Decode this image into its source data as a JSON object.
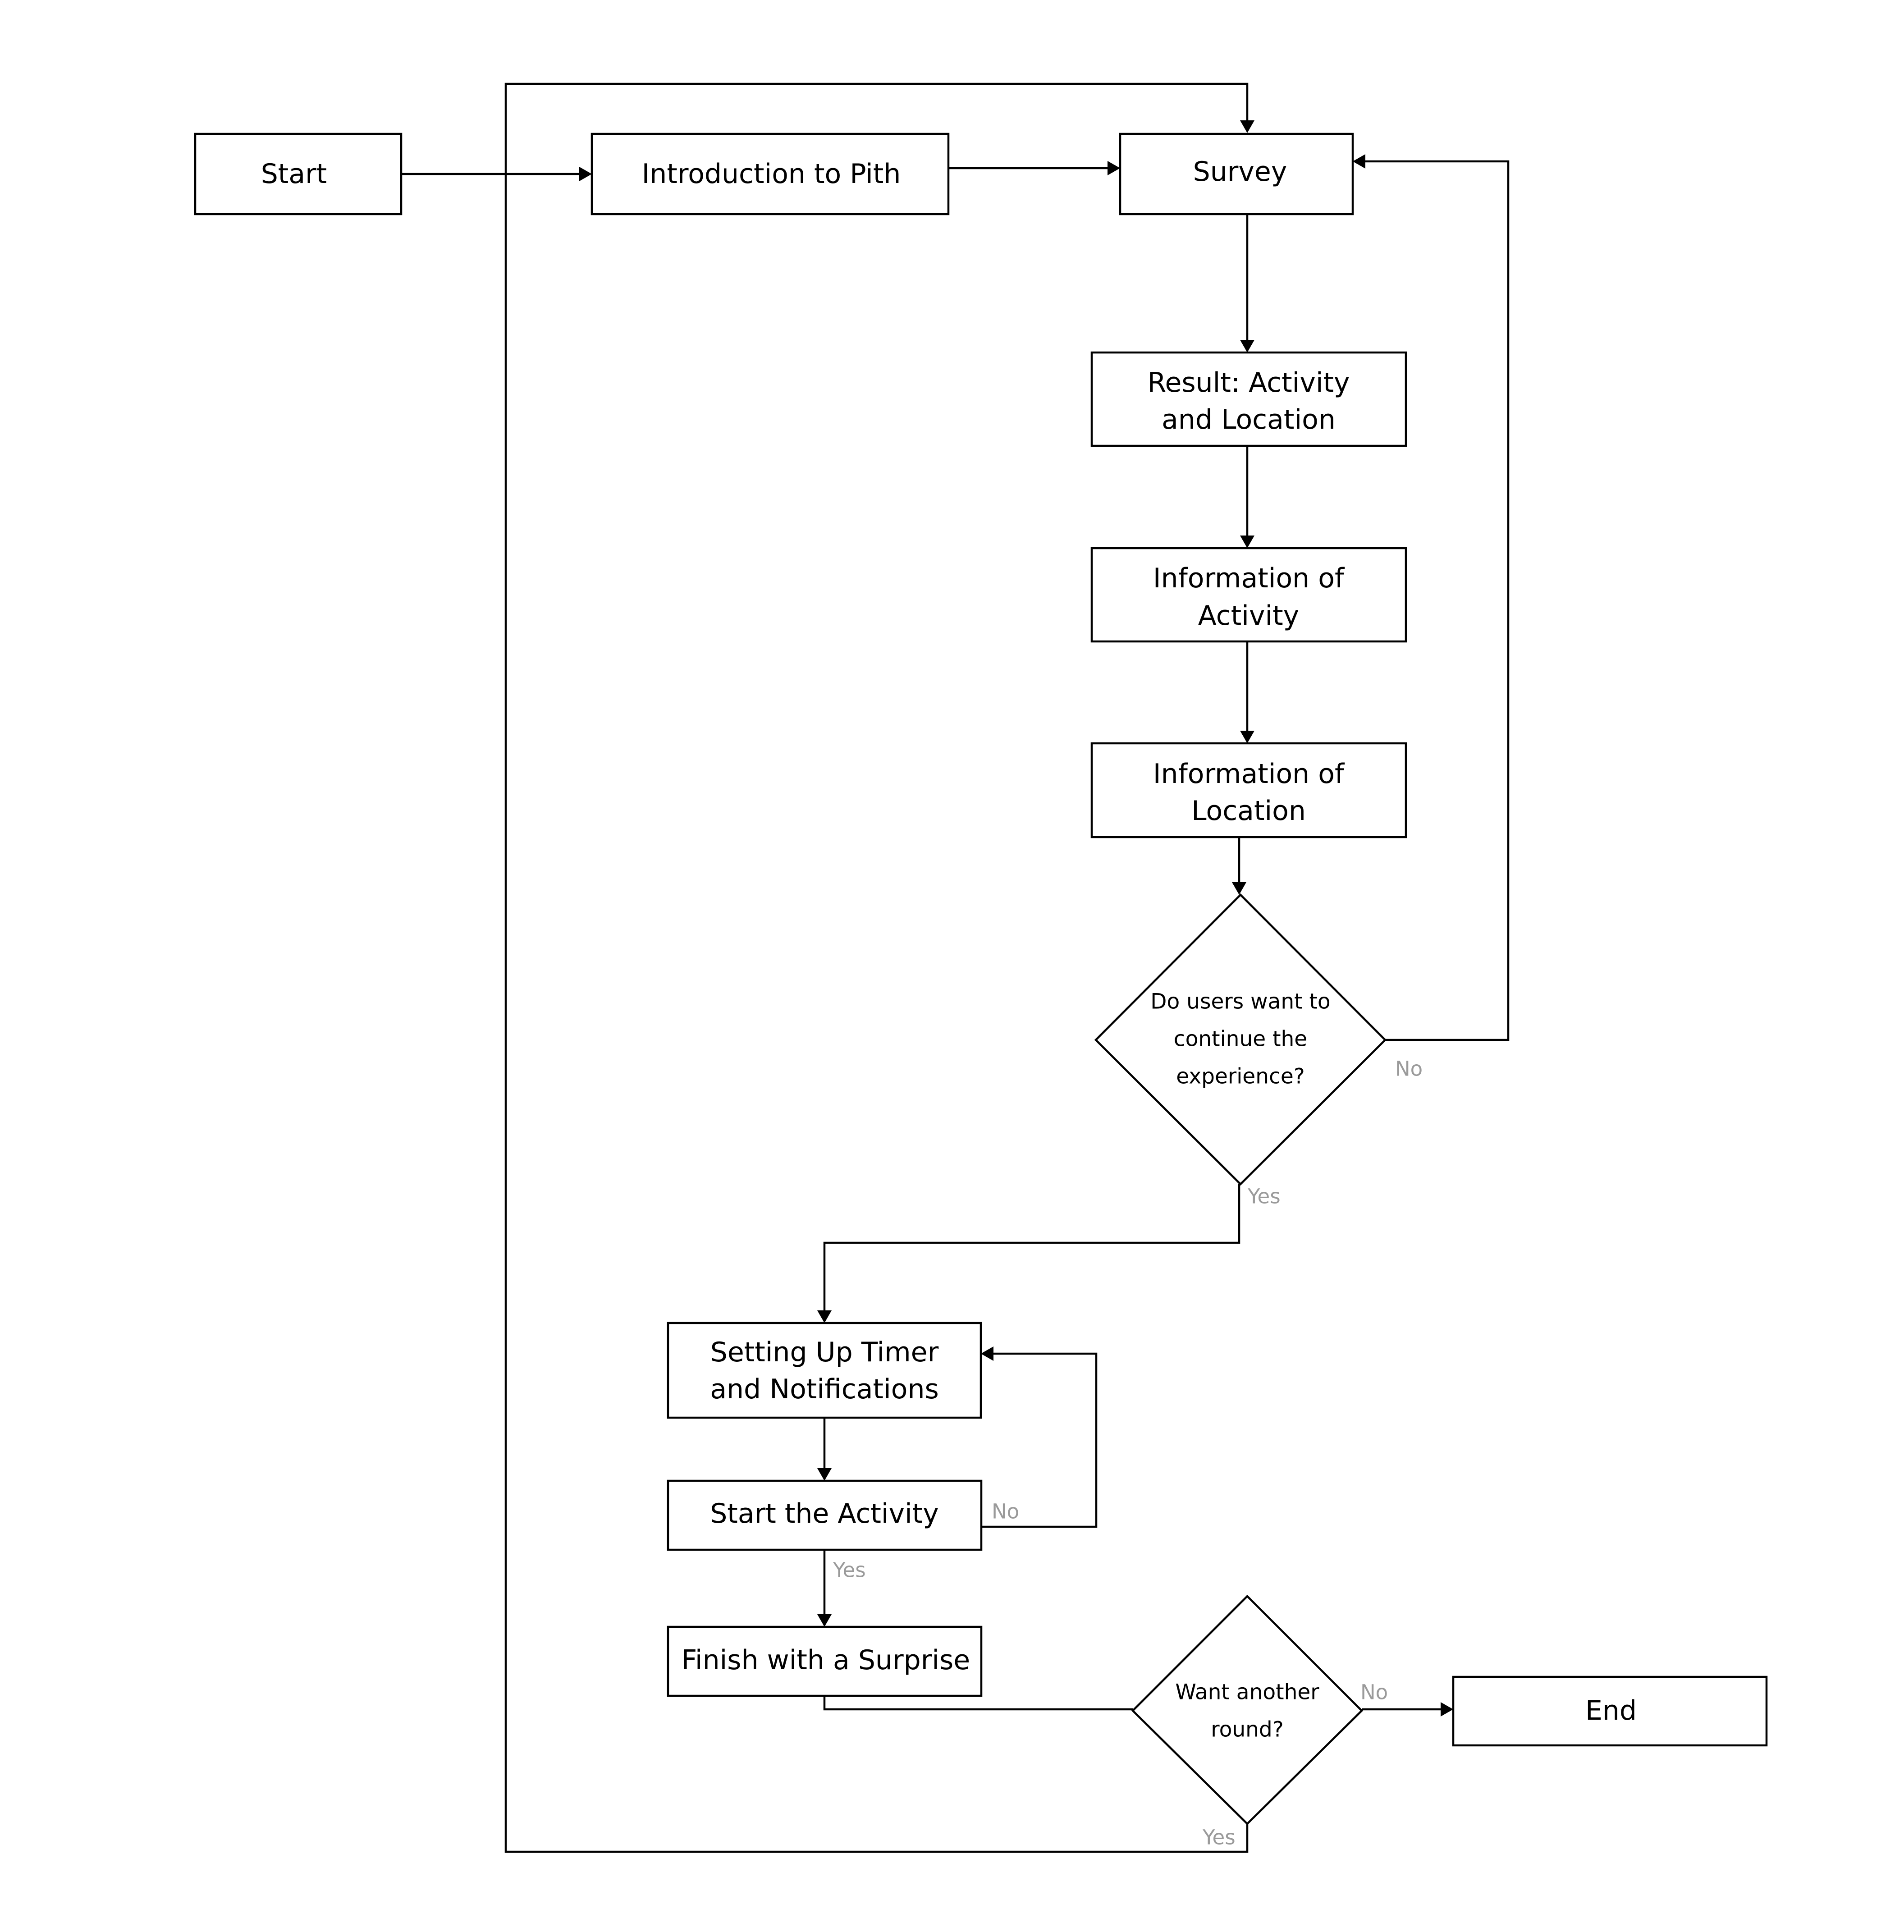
{
  "nodes": {
    "start": {
      "label": "Start"
    },
    "introduction": {
      "label": "Introduction to Pith"
    },
    "survey": {
      "label": "Survey"
    },
    "result": {
      "lines": [
        "Result: Activity",
        "and Location"
      ]
    },
    "info_activity": {
      "lines": [
        "Information of",
        "Activity"
      ]
    },
    "info_location": {
      "lines": [
        "Information of",
        "Location"
      ]
    },
    "decision_continue": {
      "lines": [
        "Do users want to",
        "continue the",
        "experience?"
      ]
    },
    "setup_timer": {
      "lines": [
        "Setting Up Timer",
        "and Notifications"
      ]
    },
    "start_activity": {
      "label": "Start the Activity"
    },
    "finish_surprise": {
      "label": "Finish with a Surprise"
    },
    "decision_round": {
      "lines": [
        "Want another",
        "round?"
      ]
    },
    "end": {
      "label": "End"
    }
  },
  "edge_labels": {
    "continue_no": "No",
    "continue_yes": "Yes",
    "activity_no": "No",
    "activity_yes": "Yes",
    "round_no": "No",
    "round_yes": "Yes"
  },
  "colors": {
    "stroke": "#000000",
    "edge_label": "#9a9a9a",
    "background": "#ffffff"
  }
}
